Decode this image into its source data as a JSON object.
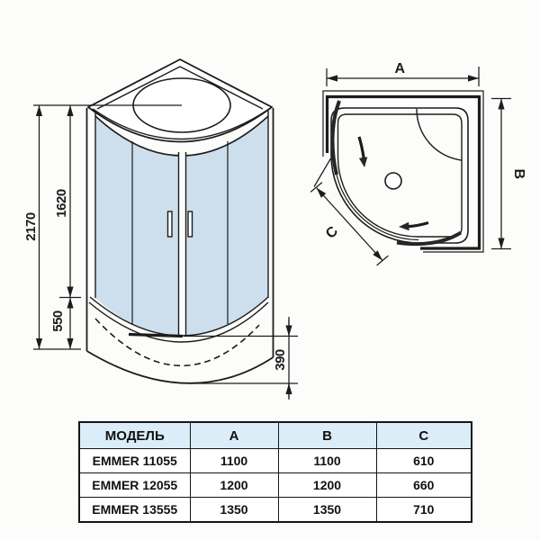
{
  "colors": {
    "background": "#fcfcfa",
    "line": "#1c1c1c",
    "glass": "#cddfec",
    "table_header_bg": "#daedf8"
  },
  "front_view": {
    "dim_total_height": "2170",
    "dim_door_height": "1620",
    "dim_base_height": "550",
    "dim_tray_depth": "390"
  },
  "top_view": {
    "dim_width_label": "A",
    "dim_depth_label": "B",
    "dim_front_label": "C"
  },
  "table": {
    "headers": [
      "МОДЕЛЬ",
      "A",
      "B",
      "C"
    ],
    "rows": [
      {
        "model": "EMMER 11055",
        "a": "1100",
        "b": "1100",
        "c": "610"
      },
      {
        "model": "EMMER 12055",
        "a": "1200",
        "b": "1200",
        "c": "660"
      },
      {
        "model": "EMMER 13555",
        "a": "1350",
        "b": "1350",
        "c": "710"
      }
    ]
  }
}
